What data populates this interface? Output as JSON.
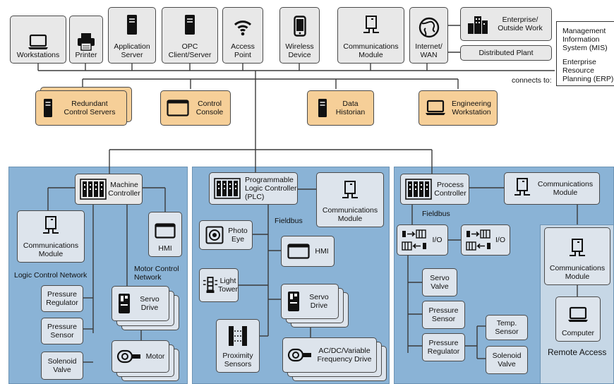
{
  "top": {
    "workstations": "Workstations",
    "printer": "Printer",
    "app_server": "Application\nServer",
    "opc": "OPC\nClient/Server",
    "access_point": "Access\nPoint",
    "wireless": "Wireless\nDevice",
    "comm_module": "Communications\nModule",
    "internet": "Internet/\nWAN",
    "enterprise": "Enterprise/\nOutside Work",
    "distributed": "Distributed Plant"
  },
  "side": {
    "mis": "Management\nInformation\nSystem (MIS)",
    "erp": "Enterprise\nResource\nPlanning (ERP)",
    "connects_to": "connects to:"
  },
  "middle": {
    "redundant": "Redundant\nControl Servers",
    "console": "Control\nConsole",
    "historian": "Data\nHistorian",
    "eng_ws": "Engineering\nWorkstation"
  },
  "left_panel": {
    "machine_controller": "Machine\nController",
    "comm_module": "Communications\nModule",
    "hmi": "HMI",
    "logic_network": "Logic Control Network",
    "motor_network": "Motor Control\nNetwork",
    "pressure_regulator": "Pressure\nRegulator",
    "pressure_sensor": "Pressure\nSensor",
    "solenoid_valve": "Solenoid\nValve",
    "servo_drive": "Servo\nDrive",
    "motor": "Motor"
  },
  "center_panel": {
    "plc": "Programmable\nLogic Controller\n(PLC)",
    "comm_module": "Communications\nModule",
    "fieldbus": "Fieldbus",
    "photo_eye": "Photo\nEye",
    "hmi": "HMI",
    "light_tower": "Light\nTower",
    "servo_drive": "Servo\nDrive",
    "proximity": "Proximity\nSensors",
    "vfd": "AC/DC/Variable\nFrequency Drive"
  },
  "right_panel": {
    "process_controller": "Process\nController",
    "comm_module": "Communications\nModule",
    "fieldbus": "Fieldbus",
    "io1": "I/O",
    "io2": "I/O",
    "servo_valve": "Servo\nValve",
    "pressure_sensor": "Pressure\nSensor",
    "pressure_regulator": "Pressure\nRegulator",
    "temp_sensor": "Temp.\nSensor",
    "solenoid_valve": "Solenoid\nValve",
    "remote_comm": "Communications\nModule",
    "computer": "Computer",
    "remote_access": "Remote Access"
  },
  "colors": {
    "node": "#e8e8e8",
    "orange": "#f6cf98",
    "panel": "#8ab3d6",
    "remote": "#c6d7e6",
    "line": "#3a3a3a"
  }
}
